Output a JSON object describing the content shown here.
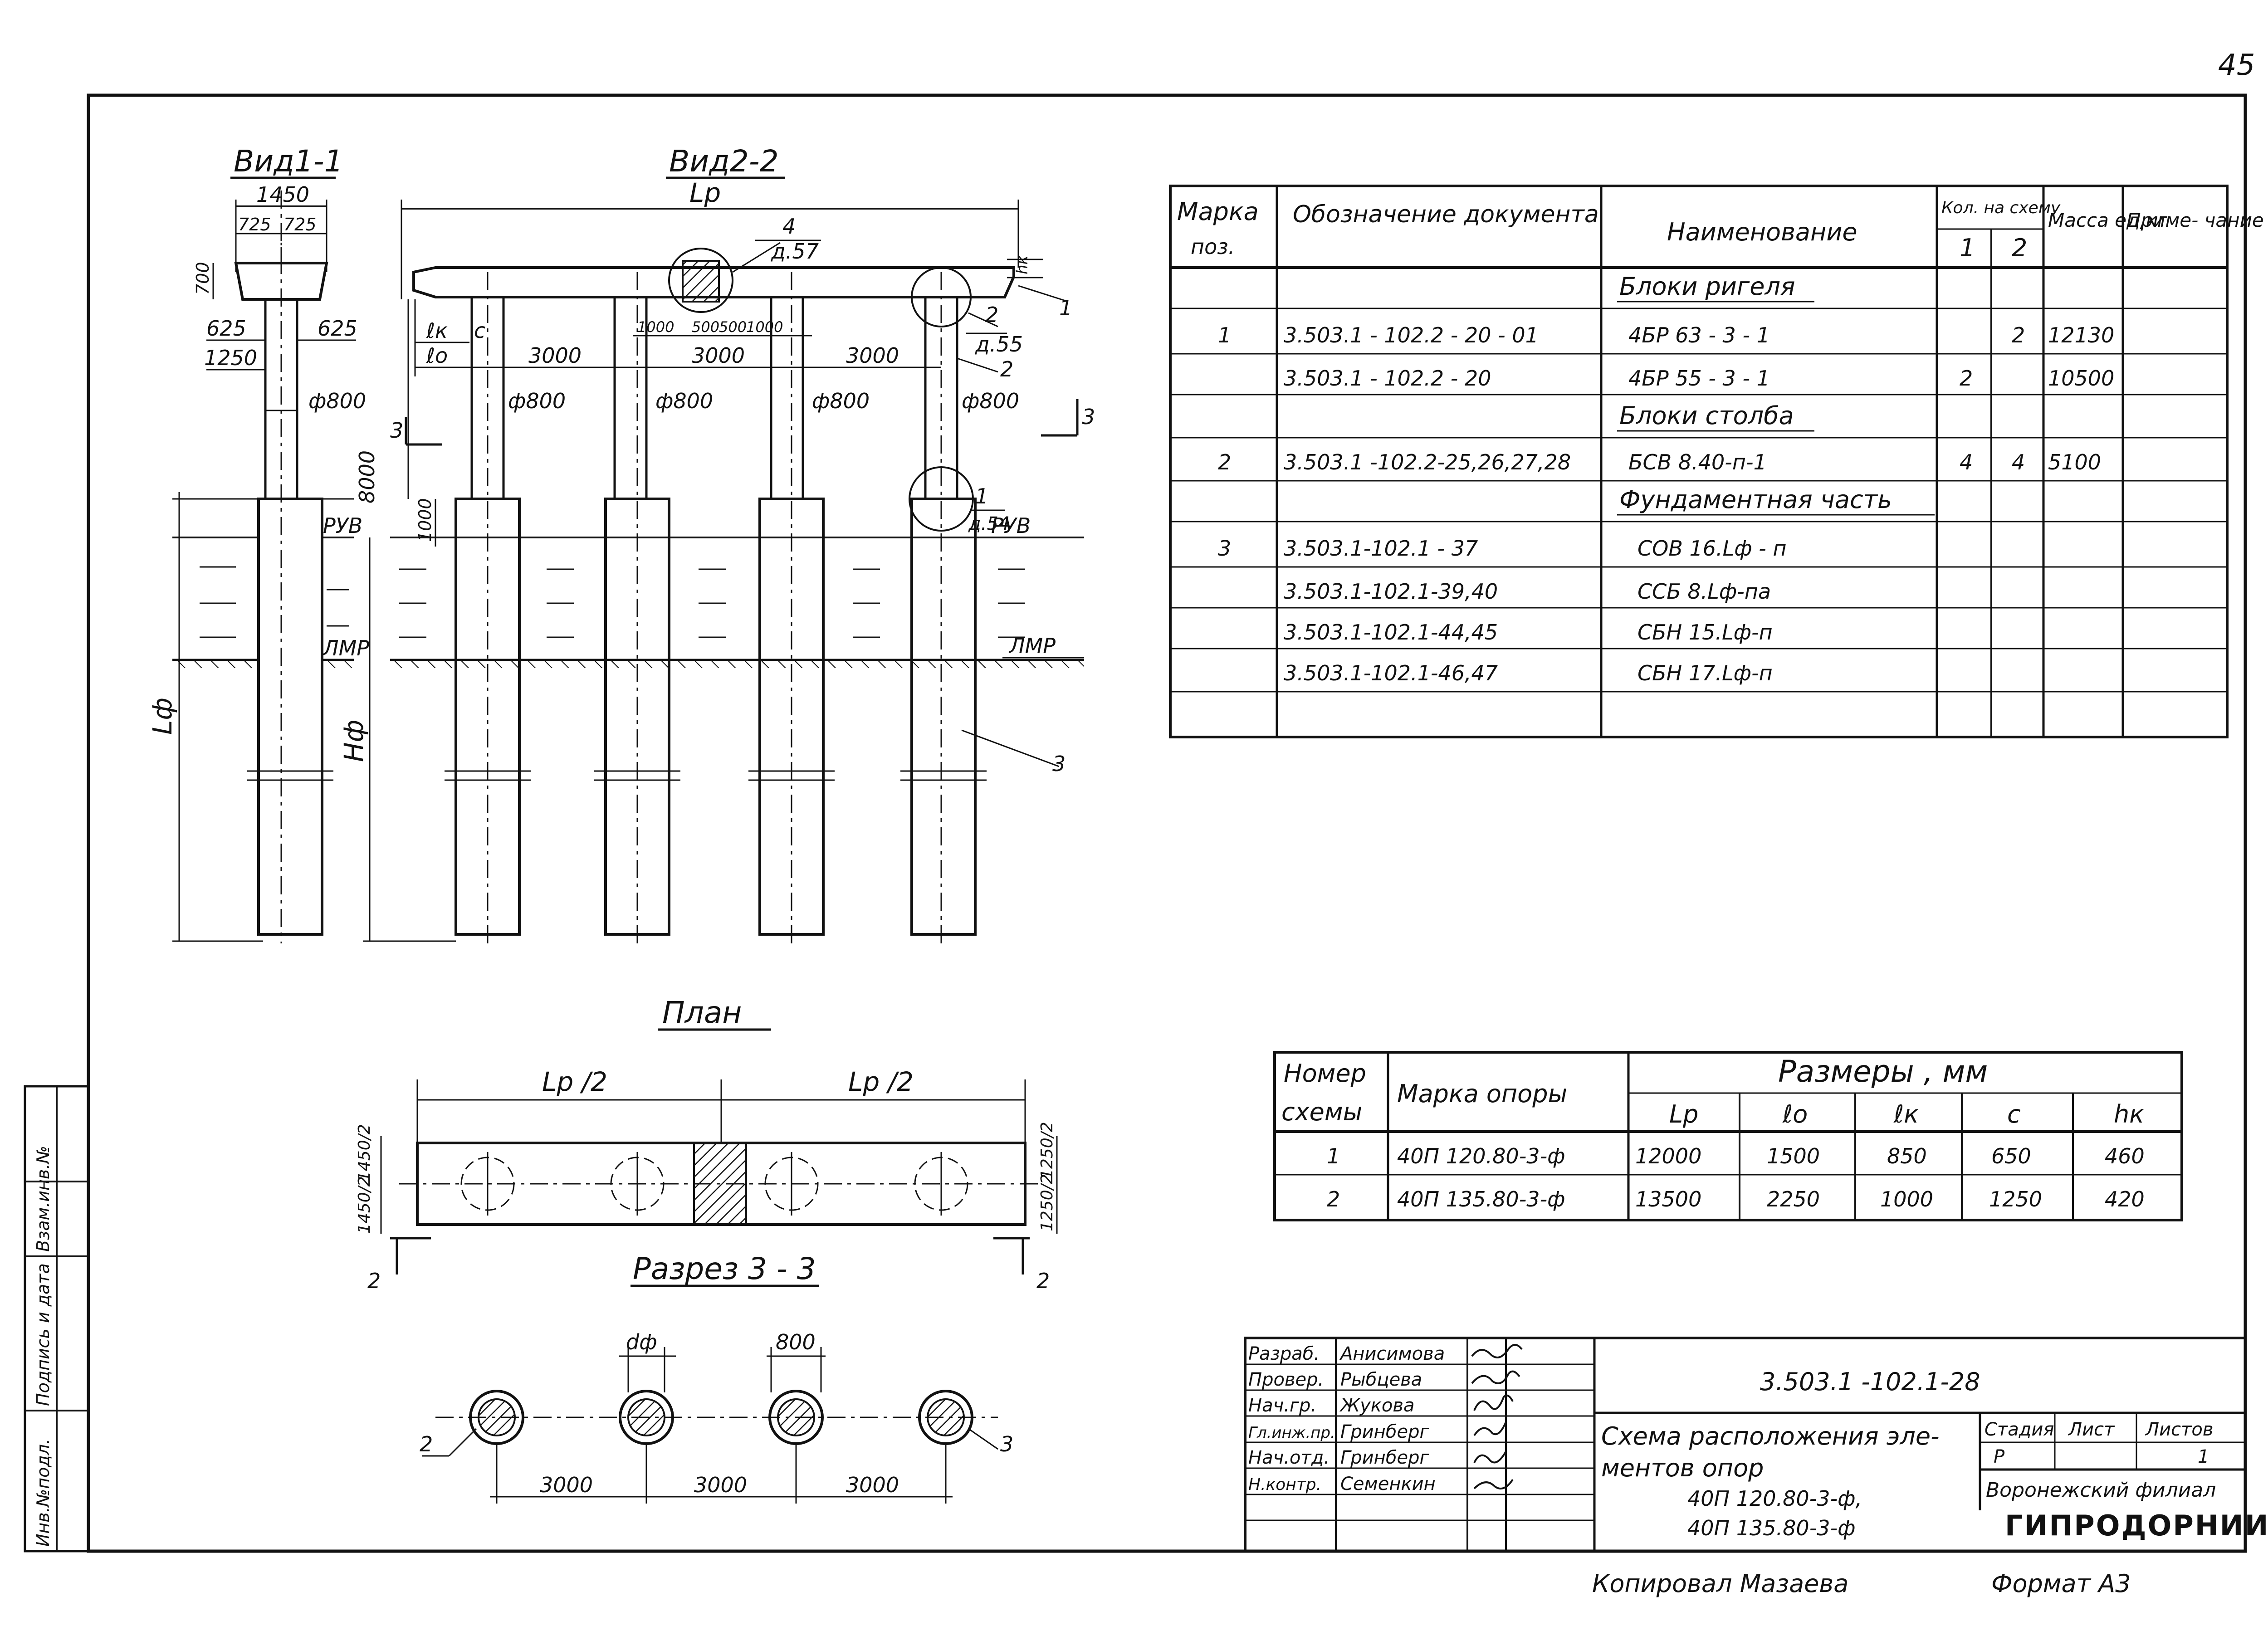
{
  "page_number": "45",
  "drawing": {
    "view_1_title": "Вид1-1",
    "view_2_title": "Вид2-2",
    "plan_title": "План",
    "section_title": "Разрез 3 - 3",
    "dims": {
      "w1450": "1450",
      "w725a": "725",
      "w725b": "725",
      "h700": "700",
      "w625a": "625",
      "w625b": "625",
      "w1250": "1250",
      "d800": "ф800",
      "h8000": "8000",
      "h1000": "1000",
      "Lp": "Lр",
      "lk": "ℓк",
      "c": "с",
      "l0": "ℓо",
      "s3000": "3000",
      "small1000a": "1000",
      "small500a": "500",
      "small500b": "500",
      "small1000b": "1000",
      "hk": "hк",
      "Lf": "Lф",
      "Hf": "Hф",
      "Lp_half": "Lр /2",
      "plan_left_a": "1450/2",
      "plan_left_b": "1450/2",
      "plan_right_a": "1250/2",
      "plan_right_b": "1250/2",
      "df": "dф",
      "c800": "800"
    },
    "callouts": {
      "c4": "4",
      "c4sub": "д.57",
      "c2a": "2",
      "c2asub": "д.55",
      "c2b": "2",
      "c1a": "1",
      "c1b": "1",
      "c1bsub": "д.54",
      "c3": "3",
      "sec3a": "3",
      "sec3b": "3",
      "sec2a": "2",
      "sec2b": "2",
      "sec_marker_2": "2",
      "sec_marker_3": "3"
    },
    "water": {
      "ruv": "РУВ",
      "lmr": "ЛМР"
    }
  },
  "spec_table": {
    "headers": {
      "mark": "Марка поз.",
      "designation": "Обозначение документа",
      "name": "Наименование",
      "qty": "Кол. на схему",
      "qty1": "1",
      "qty2": "2",
      "mass": "Масса ед,кг",
      "note": "Приме- чание"
    },
    "rows": [
      {
        "mark": "",
        "designation": "",
        "name": "Блоки ригеля",
        "q1": "",
        "q2": "",
        "mass": "",
        "note": "",
        "section": true
      },
      {
        "mark": "1",
        "designation": "3.503.1 - 102.2 - 20 - 01",
        "name": "4БР 63 - 3 - 1",
        "q1": "",
        "q2": "2",
        "mass": "12130",
        "note": ""
      },
      {
        "mark": "",
        "designation": "3.503.1 - 102.2 - 20",
        "name": "4БР 55 - 3 - 1",
        "q1": "2",
        "q2": "",
        "mass": "10500",
        "note": ""
      },
      {
        "mark": "",
        "designation": "",
        "name": "Блоки столба",
        "q1": "",
        "q2": "",
        "mass": "",
        "note": "",
        "section": true
      },
      {
        "mark": "2",
        "designation": "3.503.1 -102.2-25,26,27,28",
        "name": "БСВ 8.40-п-1",
        "q1": "4",
        "q2": "4",
        "mass": "5100",
        "note": ""
      },
      {
        "mark": "",
        "designation": "",
        "name": "Фундаментная часть",
        "q1": "",
        "q2": "",
        "mass": "",
        "note": "",
        "section": true
      },
      {
        "mark": "3",
        "designation": "3.503.1-102.1 - 37",
        "name": "СОВ 16.Lф - п",
        "q1": "",
        "q2": "",
        "mass": "",
        "note": ""
      },
      {
        "mark": "",
        "designation": "3.503.1-102.1-39,40",
        "name": "ССБ 8.Lф-па",
        "q1": "",
        "q2": "",
        "mass": "",
        "note": ""
      },
      {
        "mark": "",
        "designation": "3.503.1-102.1-44,45",
        "name": "СБН 15.Lф-п",
        "q1": "",
        "q2": "",
        "mass": "",
        "note": ""
      },
      {
        "mark": "",
        "designation": "3.503.1-102.1-46,47",
        "name": "СБН 17.Lф-п",
        "q1": "",
        "q2": "",
        "mass": "",
        "note": ""
      },
      {
        "mark": "",
        "designation": "",
        "name": "",
        "q1": "",
        "q2": "",
        "mass": "",
        "note": ""
      }
    ]
  },
  "size_table": {
    "headers": {
      "scheme": "Номер схемы",
      "support": "Марка опоры",
      "sizes": "Размеры , мм",
      "lp": "Lр",
      "l0": "ℓо",
      "lk": "ℓк",
      "c": "с",
      "hk": "hк"
    },
    "rows": [
      {
        "scheme": "1",
        "support": "40П 120.80-3-ф",
        "lp": "12000",
        "l0": "1500",
        "lk": "850",
        "c": "650",
        "hk": "460"
      },
      {
        "scheme": "2",
        "support": "40П 135.80-3-ф",
        "lp": "13500",
        "l0": "2250",
        "lk": "1000",
        "c": "1250",
        "hk": "420"
      }
    ]
  },
  "title_block": {
    "roles": [
      {
        "role": "Разраб.",
        "name": "Анисимова"
      },
      {
        "role": "Провер.",
        "name": "Рыбцева"
      },
      {
        "role": "Нач.гр.",
        "name": "Жукова"
      },
      {
        "role": "Гл.инж.пр.",
        "name": "Гринберг"
      },
      {
        "role": "Нач.отд.",
        "name": "Гринберг"
      },
      {
        "role": "Н.контр.",
        "name": "Семенкин"
      }
    ],
    "doc_number": "3.503.1 -102.1-28",
    "title_lines": [
      "Схема расположения эле-",
      "ментов опор",
      "40П 120.80-3-ф,",
      "40П 135.80-3-ф"
    ],
    "stage_label": "Стадия",
    "sheet_label": "Лист",
    "sheets_label": "Листов",
    "stage_value": "Р",
    "sheets_value": "1",
    "org_line1": "Воронежский филиал",
    "org_line2": "ГИПРОДОРНИИ"
  },
  "side_stamp": {
    "inv_orig": "Инв.№подл.",
    "sign_date": "Подпись и дата",
    "replace_inv": "Взам.инв.№"
  },
  "footer": {
    "copied": "Копировал Мазаева",
    "format": "Формат А3"
  }
}
